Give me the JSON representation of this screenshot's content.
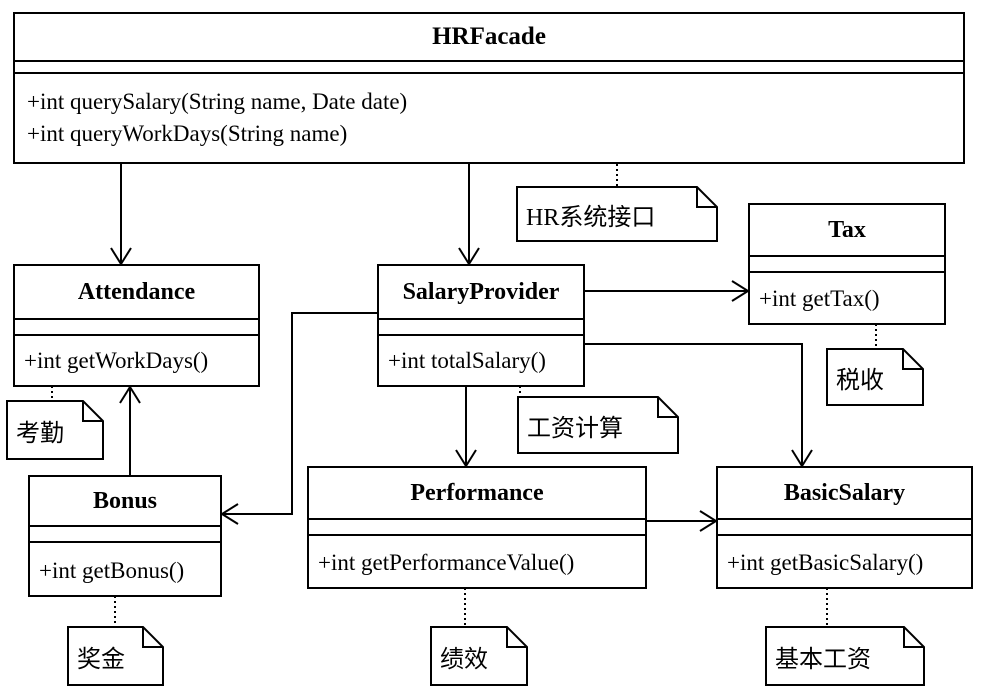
{
  "classes": {
    "hrfacade": {
      "name": "HRFacade",
      "ops": [
        "+int querySalary(String name, Date date)",
        "+int queryWorkDays(String name)"
      ]
    },
    "attendance": {
      "name": "Attendance",
      "ops": [
        "+int getWorkDays()"
      ]
    },
    "salaryprovider": {
      "name": "SalaryProvider",
      "ops": [
        "+int totalSalary()"
      ]
    },
    "tax": {
      "name": "Tax",
      "ops": [
        "+int getTax()"
      ]
    },
    "bonus": {
      "name": "Bonus",
      "ops": [
        "+int getBonus()"
      ]
    },
    "performance": {
      "name": "Performance",
      "ops": [
        "+int getPerformanceValue()"
      ]
    },
    "basicsalary": {
      "name": "BasicSalary",
      "ops": [
        "+int getBasicSalary()"
      ]
    }
  },
  "notes": {
    "hr_interface": "HR系统接口",
    "tax": "税收",
    "attendance": "考勤",
    "salary_calc": "工资计算",
    "bonus": "奖金",
    "performance": "绩效",
    "basic_salary": "基本工资"
  }
}
